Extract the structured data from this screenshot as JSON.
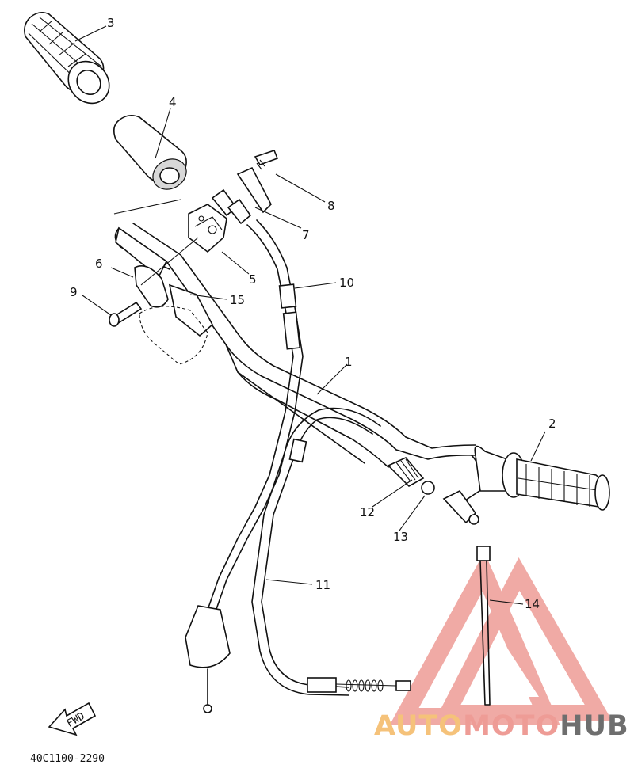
{
  "parts": [
    {
      "id": "1",
      "label": "1"
    },
    {
      "id": "2",
      "label": "2"
    },
    {
      "id": "3",
      "label": "3"
    },
    {
      "id": "4",
      "label": "4"
    },
    {
      "id": "5",
      "label": "5"
    },
    {
      "id": "6",
      "label": "6"
    },
    {
      "id": "7",
      "label": "7"
    },
    {
      "id": "8",
      "label": "8"
    },
    {
      "id": "9",
      "label": "9"
    },
    {
      "id": "10",
      "label": "10"
    },
    {
      "id": "11",
      "label": "11"
    },
    {
      "id": "12",
      "label": "12"
    },
    {
      "id": "13",
      "label": "13"
    },
    {
      "id": "14",
      "label": "14"
    },
    {
      "id": "15",
      "label": "15"
    }
  ],
  "fwd_label": "FWD",
  "diagram_code": "40C1100-2290",
  "watermark": {
    "part1": "AUTO",
    "part2": "MOTO",
    "part3": "HUB",
    "color_part1": "#f5c27a",
    "color_part2": "#ee9c96",
    "color_part3": "#6e6e6e",
    "logo_color": "#ee9c96"
  }
}
